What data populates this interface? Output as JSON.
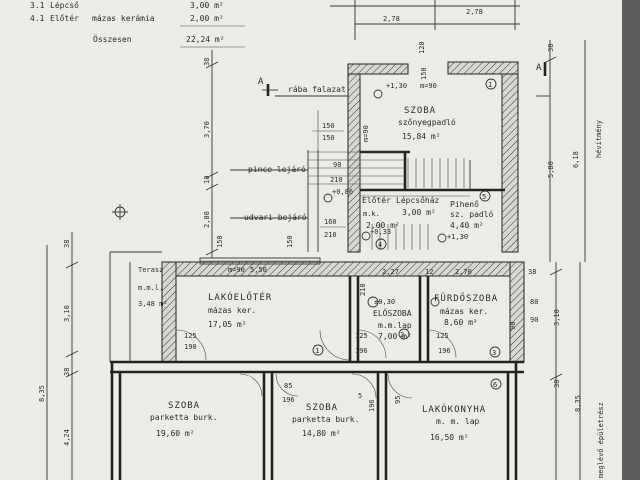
{
  "legend": {
    "rows": [
      {
        "num": "3.1",
        "name": "Lépcső",
        "floor": "",
        "area": "3,00 m²"
      },
      {
        "num": "4.1",
        "name": "Előtér",
        "floor": "mázas kerámia",
        "area": "2,00 m²"
      }
    ],
    "total_label": "Összesen",
    "total_value": "22,24 m²"
  },
  "rooms": {
    "szoba_top": {
      "name": "SZOBA",
      "floor": "szőnyegpadló",
      "area": "15,84 m²",
      "num": "1"
    },
    "eloter": {
      "name": "Előtér",
      "area": "2,00 m²"
    },
    "lepcsohaz": {
      "name": "Lépcsőház",
      "area": "3,00 m²",
      "num": "4"
    },
    "piheno": {
      "name": "Pihenő",
      "floor": "sz. padló",
      "area": "4,40 m²",
      "num": "5"
    },
    "lakoeloter": {
      "name": "LAKÓELŐTÉR",
      "floor": "mázas ker.",
      "area": "17,05 m²",
      "num": "1"
    },
    "eloszoba": {
      "name": "ELŐSZOBA",
      "floor": "m.m.lap",
      "area": "7,00 m²",
      "num": "2"
    },
    "furdoszoba": {
      "name": "FÜRDŐSZOBA",
      "floor": "mázas ker.",
      "area": "8,60 m²",
      "num": "3"
    },
    "szoba_left": {
      "name": "SZOBA",
      "floor": "parketta burk.",
      "area": "19,60 m²"
    },
    "szoba_mid": {
      "name": "SZOBA",
      "floor": "parketta burk.",
      "area": "14,80 m²",
      "num": "5"
    },
    "lakokonyha": {
      "name": "LAKÓKONYHA",
      "floor": "m. m. lap",
      "area": "16,50 m²",
      "num": "6"
    },
    "terasz": {
      "name": "Terasz",
      "floor": "m.m.l.",
      "area": "3,48 m²"
    }
  },
  "notes": {
    "raba": "rába falazat",
    "pince": "pince lejáró",
    "udvari": "udvari bejáró",
    "section_a": "A",
    "level_top": "+1,30",
    "level_2": "+1,30",
    "level_3": "+0,86",
    "level_4": "+0,33",
    "level_5": "±0,30",
    "m90": "m=90",
    "m90b": "m=90",
    "m90c": "m=90",
    "mk": "m.k.",
    "havi": "hévítmény",
    "meglevo": "meglévő épületrész"
  },
  "dims": {
    "d278a": "2,78",
    "d278b": "2,78",
    "d38a": "38",
    "d38b": "38",
    "d38c": "38",
    "d38d": "38",
    "d38e": "38",
    "d38f": "38",
    "d370": "3,70",
    "d10": "10",
    "d200": "2,00",
    "d310a": "3,10",
    "d310b": "3,10",
    "d835a": "8,35",
    "d835b": "8,35",
    "d424": "4,24",
    "d580": "5,80",
    "d618": "6,18",
    "d120": "120",
    "d150a": "150",
    "d150b": "150",
    "d150c": "150",
    "d150d": "150",
    "d150e": "150",
    "d90a": "90",
    "d90b": "90",
    "d90c": "90",
    "d210a": "210",
    "d210b": "210",
    "d210c": "210",
    "d160": "160",
    "d550": "5,50",
    "d227": "2,27",
    "d270": "2,70",
    "d12": "12",
    "d80": "80",
    "d125a": "125",
    "d125b": "125",
    "d125c": "125",
    "d190": "190",
    "d196a": "196",
    "d196b": "196",
    "d196c": "196",
    "d196d": "196",
    "d85": "85",
    "d95": "95"
  }
}
